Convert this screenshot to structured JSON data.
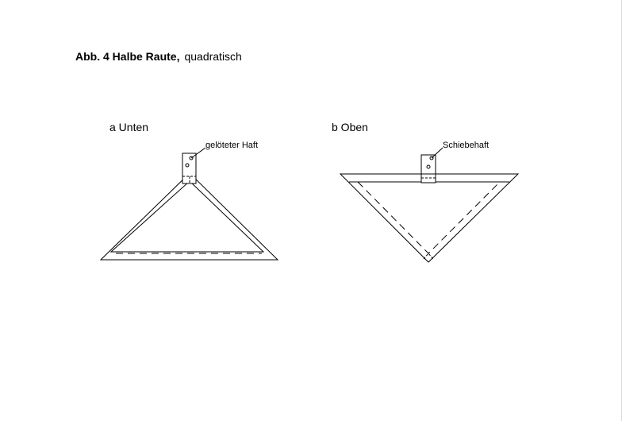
{
  "figure": {
    "title_bold": "Abb. 4 Halbe Raute,",
    "title_normal": "quadratisch"
  },
  "panel_a": {
    "label": "a Unten",
    "callout": "gelöteter Haft"
  },
  "panel_b": {
    "label": "b Oben",
    "callout": "Schiebehaft"
  }
}
